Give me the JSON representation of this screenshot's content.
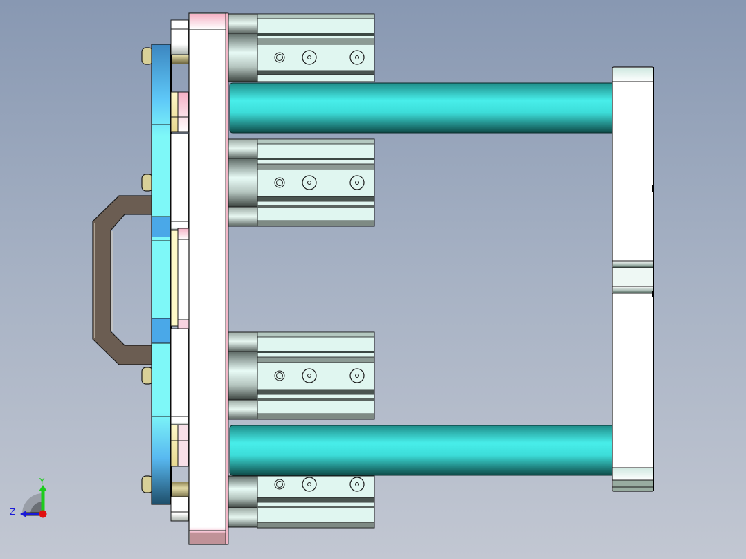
{
  "viewport": {
    "type": "cad-3d-model-view",
    "background": {
      "top": "#8898b2",
      "bottom": "#c2c7d2"
    }
  },
  "model": {
    "description": "Pneumatic gripper / cylinder assembly, side view",
    "components": [
      {
        "name": "handle",
        "color": "#6b5d52"
      },
      {
        "name": "front-plate",
        "color": "#7ef8f8"
      },
      {
        "name": "spacer-blocks",
        "color": "#ffffff"
      },
      {
        "name": "main-plate",
        "color": "#ffffff",
        "edge_color": "#f2b8c8"
      },
      {
        "name": "cylinder-blocks",
        "count": 4,
        "color": "#e0f6f0"
      },
      {
        "name": "guide-rods",
        "count": 2,
        "color": "#2fd6d0"
      },
      {
        "name": "end-plate",
        "color": "#ffffff"
      },
      {
        "name": "bolt-heads",
        "color": "#d8d098"
      }
    ]
  },
  "triad": {
    "y_label": "Y",
    "z_label": "Z",
    "y_color": "#1ccc1c",
    "z_color": "#1a1adc",
    "origin_color": "#e01010"
  }
}
